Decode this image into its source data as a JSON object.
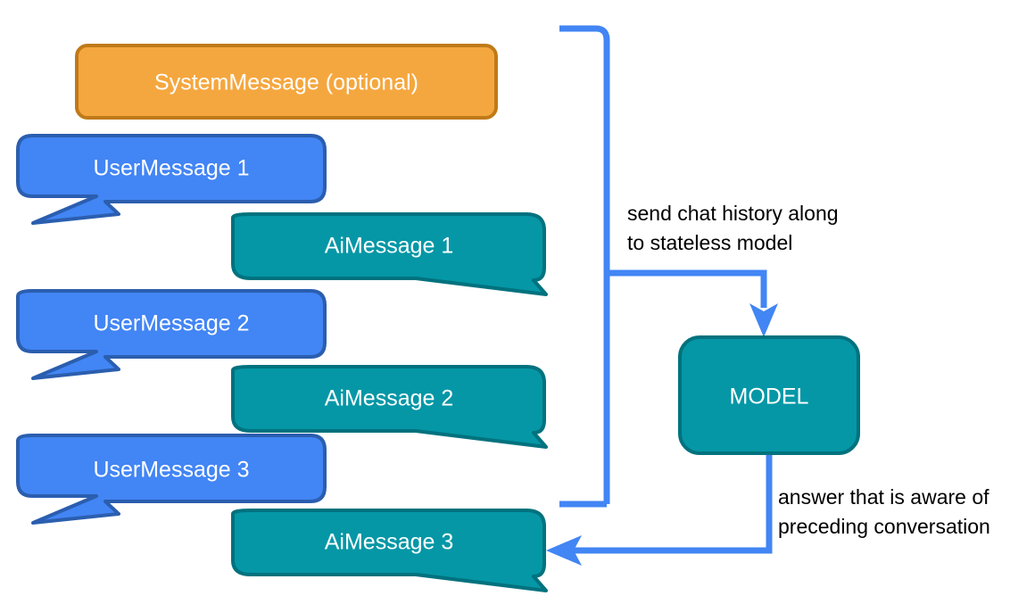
{
  "diagram": {
    "title_colors": {
      "system_fill": "#F5A73F",
      "system_stroke": "#C07A18",
      "user_fill": "#4285F4",
      "user_stroke": "#2B5EAF",
      "ai_fill": "#0597A6",
      "ai_stroke": "#01727E",
      "arrow_blue": "#4285F4",
      "text_dark": "#000000",
      "bubble_text": "#FFFFFF",
      "background": "#FFFFFF"
    },
    "messages": [
      {
        "id": "system-message",
        "label": "SystemMessage (optional)",
        "role": "system",
        "has_tail": false
      },
      {
        "id": "user-message-1",
        "label": "UserMessage 1",
        "role": "user",
        "has_tail": true
      },
      {
        "id": "ai-message-1",
        "label": "AiMessage 1",
        "role": "ai",
        "has_tail": true
      },
      {
        "id": "user-message-2",
        "label": "UserMessage 2",
        "role": "user",
        "has_tail": true
      },
      {
        "id": "ai-message-2",
        "label": "AiMessage 2",
        "role": "ai",
        "has_tail": true
      },
      {
        "id": "user-message-3",
        "label": "UserMessage 3",
        "role": "user",
        "has_tail": true
      },
      {
        "id": "ai-message-3",
        "label": "AiMessage 3",
        "role": "ai",
        "has_tail": true
      }
    ],
    "model_node": {
      "id": "model-node",
      "label": "MODEL"
    },
    "annotations": [
      {
        "id": "send-history-annotation",
        "line1": "send chat history along",
        "line2": "to stateless model"
      },
      {
        "id": "answer-annotation",
        "line1": "answer that is aware of",
        "line2": "preceding conversation"
      }
    ],
    "connectors": [
      {
        "id": "history-bracket-connector",
        "from": "chat-history",
        "to": "model-node",
        "direction": "down"
      },
      {
        "id": "model-answer-connector",
        "from": "model-node",
        "to": "ai-message-3",
        "direction": "left"
      }
    ]
  }
}
